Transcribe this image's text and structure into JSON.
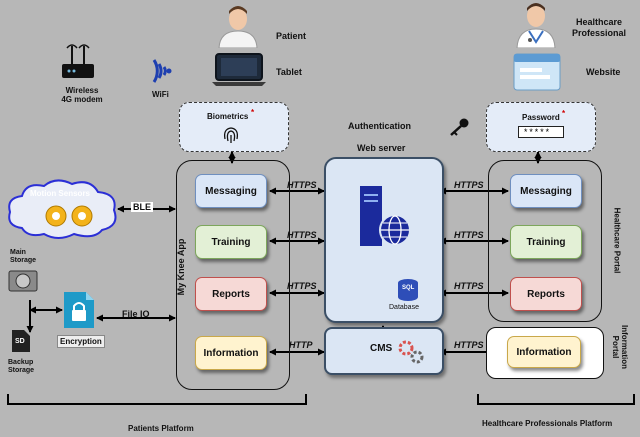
{
  "actors": {
    "patient": "Patient",
    "tablet": "Tablet",
    "hcp": "Healthcare\nProfessional",
    "website": "Website",
    "modem": "Wireless\n4G modem",
    "wifi": "WiFi"
  },
  "auth": {
    "biometrics": "Biometrics",
    "authentication": "Authentication",
    "password": "Password",
    "password_value": "*****",
    "asterisk": "*"
  },
  "webserver": {
    "title": "Web server",
    "sql": "SQL",
    "database": "Database"
  },
  "app": {
    "label": "My Knee App",
    "items": [
      "Messaging",
      "Training",
      "Reports",
      "Information"
    ]
  },
  "portal": {
    "label": "Healthcare Portal",
    "items": [
      "Messaging",
      "Training",
      "Reports"
    ]
  },
  "info_portal": {
    "label": "Information\nPortal",
    "item": "Information"
  },
  "cms": "CMS",
  "sensors": "Motion Sensors",
  "storage": {
    "main": "Main\nStorage",
    "sd": "SD",
    "backup": "Backup\nStorage",
    "encryption": "Encryption"
  },
  "protocols": {
    "ble": "BLE",
    "file_io": "File IO",
    "https": "HTTPS",
    "http": "HTTP"
  },
  "platforms": {
    "patients": "Patients Platform",
    "professionals": "Healthcare Professionals Platform"
  },
  "colors": {
    "blue_box": "#dae6f7",
    "green_box": "#e3f0d6",
    "red_box": "#f6d9d6",
    "yellow_box": "#fff3cf",
    "server": "#dbe6f4",
    "cloud": "#2b2fd6"
  }
}
